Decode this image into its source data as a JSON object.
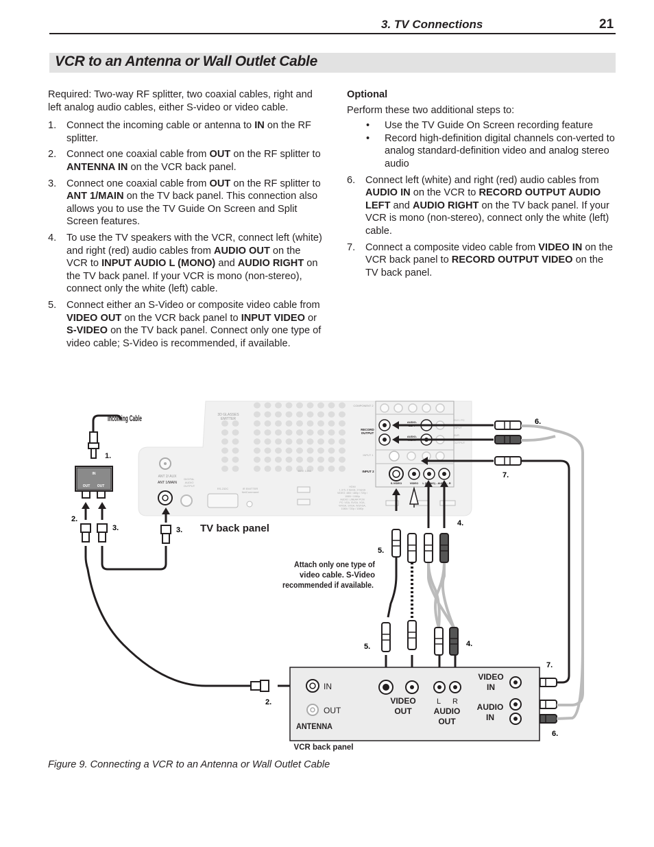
{
  "header": {
    "section": "3. TV Connections",
    "page": "21"
  },
  "title": "VCR to an Antenna or Wall Outlet Cable",
  "left_column": {
    "intro": "Required: Two-way RF splitter, two coaxial cables, right and left analog audio cables, either S-video or video cable.",
    "steps": [
      {
        "num": "1.",
        "parts": [
          {
            "t": "Connect the incoming cable or antenna to "
          },
          {
            "t": "IN",
            "b": true
          },
          {
            "t": " on the RF splitter."
          }
        ]
      },
      {
        "num": "2.",
        "parts": [
          {
            "t": "Connect one coaxial cable from "
          },
          {
            "t": "OUT",
            "b": true
          },
          {
            "t": " on the RF splitter to "
          },
          {
            "t": "ANTENNA IN",
            "b": true
          },
          {
            "t": " on the VCR back panel."
          }
        ]
      },
      {
        "num": "3.",
        "parts": [
          {
            "t": "Connect one coaxial cable from "
          },
          {
            "t": "OUT",
            "b": true
          },
          {
            "t": " on the RF splitter to "
          },
          {
            "t": "ANT 1/MAIN",
            "b": true
          },
          {
            "t": " on the TV back panel.  This connection also allows you to use the TV Guide On Screen and Split Screen features."
          }
        ]
      },
      {
        "num": "4.",
        "parts": [
          {
            "t": "To use the TV speakers with the VCR, connect left (white) and right (red) audio cables from "
          },
          {
            "t": "AUDIO OUT",
            "b": true
          },
          {
            "t": " on the VCR to "
          },
          {
            "t": "INPUT AUDIO L (MONO)",
            "b": true
          },
          {
            "t": " and "
          },
          {
            "t": "AUDIO RIGHT",
            "b": true
          },
          {
            "t": " on the TV back panel.  If your VCR is mono (non-stereo), connect only the white (left) cable."
          }
        ]
      },
      {
        "num": "5.",
        "parts": [
          {
            "t": "Connect either an S-Video or composite video cable from "
          },
          {
            "t": "VIDEO OUT",
            "b": true
          },
          {
            "t": " on the VCR back panel to "
          },
          {
            "t": "INPUT VIDEO",
            "b": true
          },
          {
            "t": " or "
          },
          {
            "t": "S-VIDEO",
            "b": true
          },
          {
            "t": " on the TV back panel.  Connect only one type of video cable; S-Video is recommended, if available."
          }
        ]
      }
    ]
  },
  "right_column": {
    "heading": "Optional",
    "intro": "Perform these two additional steps to:",
    "bullets": [
      "Use the TV Guide On Screen recording feature",
      "Record high-definition digital channels con-verted to analog standard-definition video and analog stereo audio"
    ],
    "bullet_char": "•",
    "steps": [
      {
        "num": "6.",
        "parts": [
          {
            "t": "Connect left (white) and right (red) audio cables from "
          },
          {
            "t": "AUDIO IN",
            "b": true
          },
          {
            "t": " on the VCR to "
          },
          {
            "t": "RECORD OUTPUT AUDIO LEFT",
            "b": true
          },
          {
            "t": " and "
          },
          {
            "t": "AUDIO RIGHT",
            "b": true
          },
          {
            "t": " on the TV back panel.  If your VCR is mono (non-stereo), connect only the white (left) cable."
          }
        ]
      },
      {
        "num": "7.",
        "parts": [
          {
            "t": "Connect a composite video cable from "
          },
          {
            "t": "VIDEO IN",
            "b": true
          },
          {
            "t": " on the VCR back panel to "
          },
          {
            "t": "RECORD OUTPUT VIDEO",
            "b": true
          },
          {
            "t": " on the TV back panel."
          }
        ]
      }
    ]
  },
  "diagram": {
    "incoming_cable": "Incoming Cable",
    "splitter_in": "IN",
    "splitter_out_left": "OUT",
    "splitter_out_right": "OUT",
    "tv_back_panel": "TV back panel",
    "vcr_back_panel": "VCR back panel",
    "note": [
      "Attach only one type of",
      "video cable.  S-Video",
      "recommended if available."
    ],
    "step_labels": {
      "s1": "1.",
      "s2a": "2.",
      "s2b": "2.",
      "s3a": "3.",
      "s3b": "3.",
      "s4a": "4.",
      "s4b": "4.",
      "s5a": "5.",
      "s5b": "5.",
      "s6a": "6.",
      "s6b": "6.",
      "s7a": "7.",
      "s7b": "7."
    },
    "tv": {
      "emitter": [
        "3D GLASSES",
        "EMITTER"
      ],
      "component": "COMPONENT 2",
      "record_output": [
        "RECORD",
        "OUTPUT"
      ],
      "audio_left": [
        "AUDIO-",
        "LEFT"
      ],
      "audio_right": [
        "AUDIO-",
        "RIGHT"
      ],
      "input1": "INPUT 1",
      "input2": "INPUT 2",
      "svideo": "S-VIDEO",
      "video": "VIDEO",
      "audio_lr": "L (MONO) - AUDIO - R",
      "ant2": "ANT 2/ AUX",
      "ant1": "ANT 1/MAIN",
      "digital_audio": [
        "DIGITAL",
        "AUDIO",
        "OUTPUT"
      ],
      "rs232": "RS-232C",
      "ir_emitter": [
        "IR EMITTER",
        "NetCommand"
      ],
      "ieee": "IEEE 1394",
      "hdmi_spec": [
        "HDMI",
        "1 of 5,  2 bands,  3 bands",
        "VIDEO: 480i / 480p / 720p /",
        "1080i / 1080p",
        "AUDIO: LINEAR PCM",
        "PC: VGA, SVGA, XGA,",
        "WXGA, SXGA, WUXGA,",
        "1080i / 720p / 1080p"
      ],
      "dvi": "DVI / PC",
      "side_input": "INPUT",
      "side_avr": "AVR",
      "side_output": "OUTPUT"
    },
    "vcr": {
      "in": "IN",
      "out": "OUT",
      "antenna": "ANTENNA",
      "video_out": [
        "VIDEO",
        "OUT"
      ],
      "audio_l": "L",
      "audio_r": "R",
      "audio_out": [
        "AUDIO",
        "OUT"
      ],
      "video_in": [
        "VIDEO",
        "IN"
      ],
      "audio_in": [
        "AUDIO",
        "IN"
      ]
    }
  },
  "caption": "Figure 9.  Connecting a VCR to an Antenna or Wall Outlet Cable"
}
